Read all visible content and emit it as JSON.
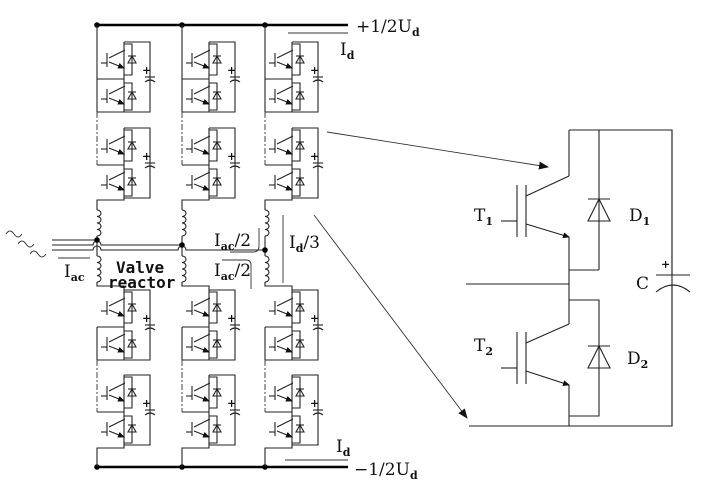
{
  "diagram": {
    "title": "MMC converter topology with half-bridge submodule detail",
    "labels": {
      "pos_dc": {
        "main": "+1/2U",
        "sub": "d"
      },
      "neg_dc": {
        "main": "−1/2U",
        "sub": "d"
      },
      "id_top": {
        "main": "I",
        "sub": "d"
      },
      "id_bottom": {
        "main": "I",
        "sub": "d"
      },
      "id_third": {
        "main": "I",
        "sub": "d",
        "suffix": "/3"
      },
      "iac": {
        "main": "I",
        "sub": "ac"
      },
      "iac_half_upper": {
        "main": "I",
        "sub": "ac",
        "suffix": "/2"
      },
      "iac_half_lower": {
        "main": "I",
        "sub": "ac",
        "suffix": "/2"
      },
      "valve_reactor_line1": "Valve",
      "valve_reactor_line2": "reactor",
      "ac_source_symbol": "~"
    },
    "submodule_detail": {
      "t1": {
        "main": "T",
        "sub": "1"
      },
      "t2": {
        "main": "T",
        "sub": "2"
      },
      "d1": {
        "main": "D",
        "sub": "1"
      },
      "d2": {
        "main": "D",
        "sub": "2"
      },
      "capacitor": "C",
      "cap_plus": "+"
    },
    "phases": 3,
    "submodules_per_arm_shown": 2
  }
}
